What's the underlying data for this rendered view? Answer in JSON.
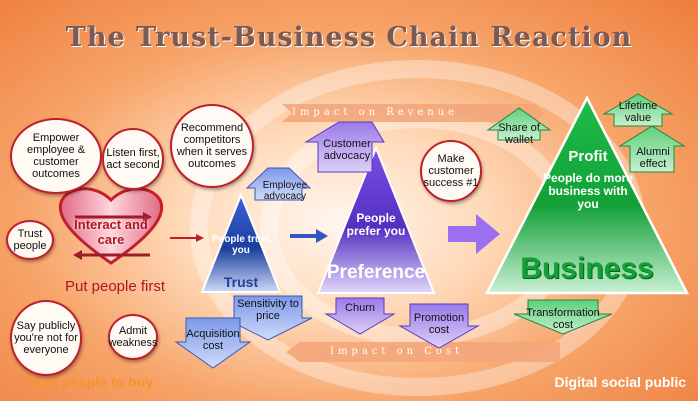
{
  "title": "The Trust-Business Chain Reaction",
  "bubbles": {
    "empower": "Empower employee & customer outcomes",
    "listen": "Listen first, act second",
    "trust_people": "Trust people",
    "say_publicly": "Say publicly you're not for everyone",
    "admit": "Admit weakness",
    "recommend": "Recommend competitors when it serves outcomes",
    "make_success": "Make customer success #1"
  },
  "heart": {
    "label": "Interact and care",
    "caption": "Put people first"
  },
  "trust": {
    "inner": "People trust you",
    "label": "Trust"
  },
  "preference": {
    "inner": "People prefer you",
    "label": "Preference"
  },
  "profit": {
    "label": "Profit",
    "inner": "People do more business with you",
    "business": "Business"
  },
  "arrows": {
    "employee_advocacy": "Employee advocacy",
    "customer_advocacy": "Customer advocacy",
    "sensitivity": "Sensitivity to price",
    "acquisition": "Acquisition cost",
    "churn": "Churn",
    "promotion": "Promotion cost",
    "share_wallet": "Share of wallet",
    "lifetime": "Lifetime value",
    "alumni": "Alumni effect",
    "transformation": "Transformation cost"
  },
  "banners": {
    "revenue": "Impact on Revenue",
    "cost": "Impact on Cost"
  },
  "footer": {
    "left": "Trust people to buy",
    "right": "Digital social public"
  },
  "colors": {
    "trust_blue": "#1f3f9a",
    "preference_purple": "#5a34c8",
    "business_green": "#17a13b",
    "heart_red": "#c0202a",
    "background_orange": "#ee7d3c"
  }
}
